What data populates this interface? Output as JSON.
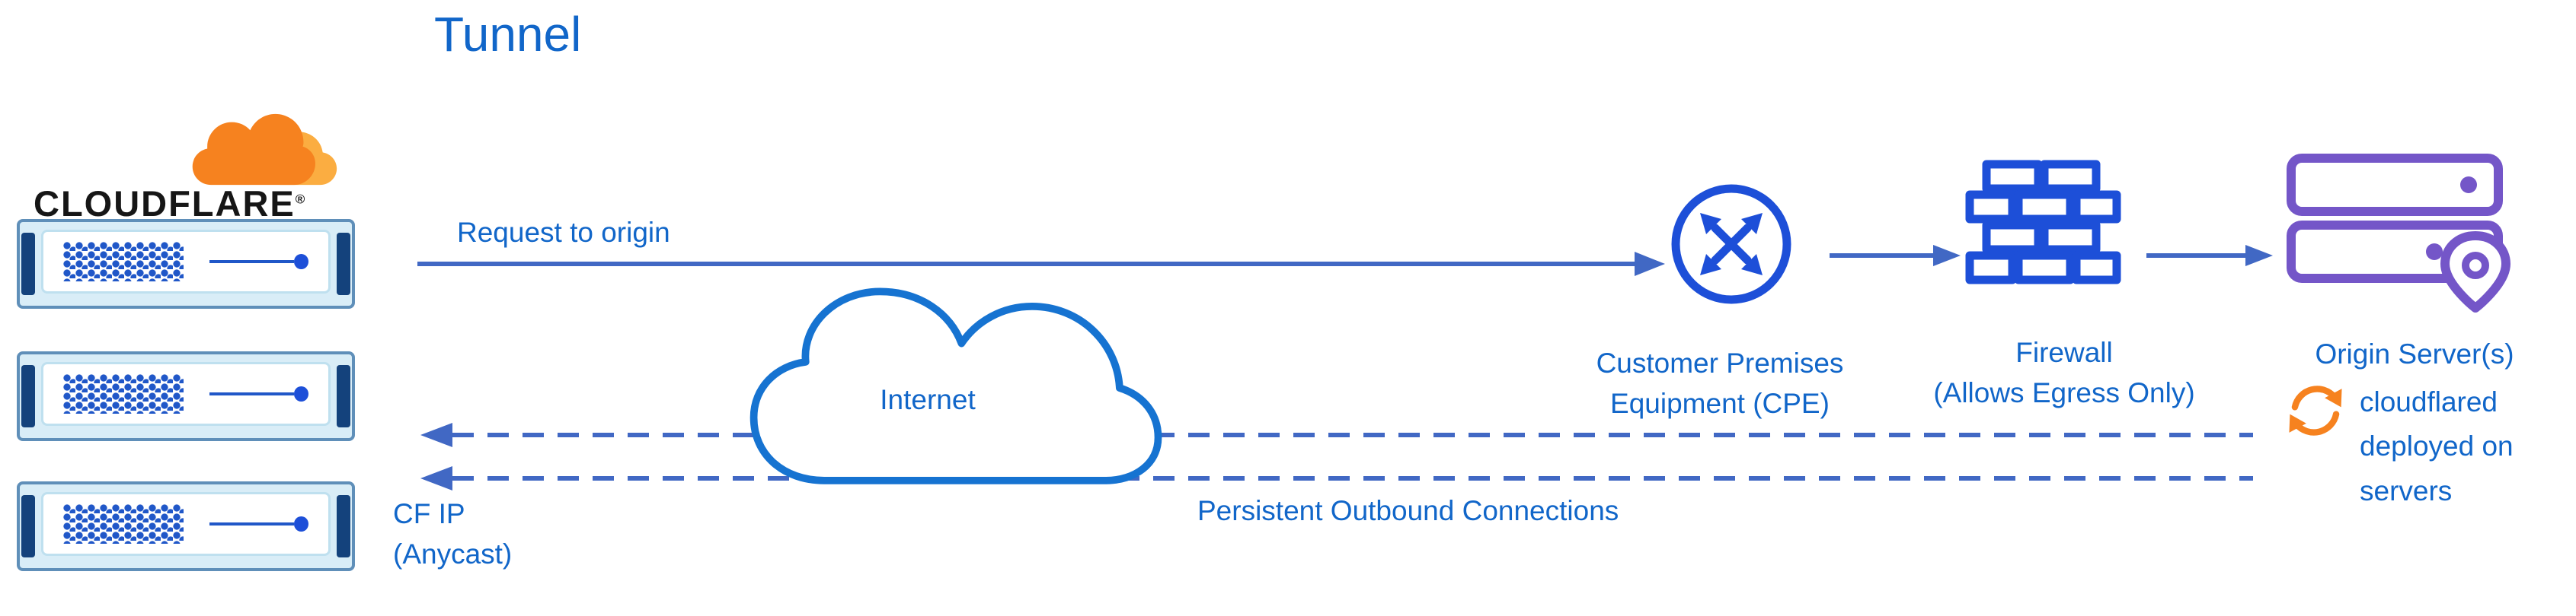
{
  "title": "Tunnel",
  "logo": {
    "text": "CLOUDFLARE",
    "registered": "®"
  },
  "nodes": {
    "cloudflare_edge": {
      "label_line1": "CF IP",
      "label_line2": "(Anycast)"
    },
    "internet": {
      "label": "Internet"
    },
    "cpe": {
      "label_line1": "Customer Premises",
      "label_line2": "Equipment (CPE)"
    },
    "firewall": {
      "label_line1": "Firewall",
      "label_line2": "(Allows Egress Only)"
    },
    "origin": {
      "label": "Origin Server(s)"
    },
    "cloudflared": {
      "label_line1": "cloudflared",
      "label_line2": "deployed on",
      "label_line3": "servers"
    }
  },
  "edges": {
    "request": {
      "label": "Request to origin",
      "style": "solid",
      "direction": "left-to-right"
    },
    "persistent": {
      "label": "Persistent Outbound Connections",
      "style": "dashed",
      "direction": "right-to-left",
      "count": 2
    }
  },
  "icons": {
    "cloudflare_logo_cloud": "orange-cloud",
    "edge_server": "server-rack",
    "internet_cloud": "cloud-outline",
    "cpe_router": "circle-with-crossed-arrows",
    "firewall": "brick-wall",
    "origin_servers": "stacked-servers-with-location-pin",
    "cloudflared_sync": "orange-circular-arrows",
    "request_arrow": "solid-right-arrow",
    "persistent_arrows": "dashed-left-arrows"
  },
  "colors": {
    "text_blue": "#1166C9",
    "icon_blue": "#1D4FD8",
    "line_blue": "#4168C4",
    "cloud_outline_blue": "#1673D1",
    "server_navy": "#14427C",
    "server_fill": "#D9EDF7",
    "origin_purple": "#7456C8",
    "cloudflare_orange": "#F6821F",
    "cloudflare_orange_light": "#FBAD41",
    "logo_black": "#161616"
  }
}
